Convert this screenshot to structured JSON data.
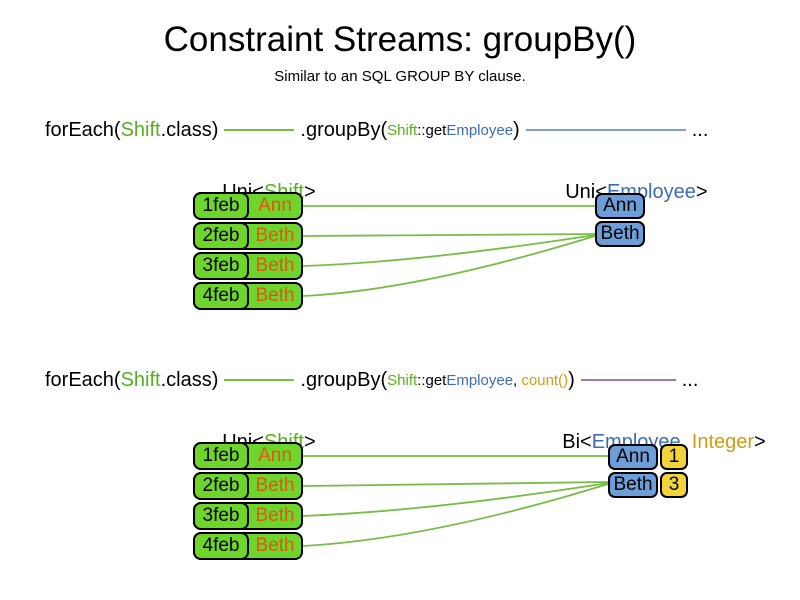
{
  "slide": {
    "title": "Constraint Streams: groupBy()",
    "subtitle": "Similar to an SQL GROUP BY clause."
  },
  "colors": {
    "text_black": "#000000",
    "green_text": "#55b11c",
    "green_line": "#77bd45",
    "green_box": "#6ed52d",
    "orange_text": "#e0570f",
    "blue_text": "#3d6cb5",
    "blue_line": "#7e9fd4",
    "blue_box": "#6d9ed8",
    "gold_text": "#cf9c15",
    "yellow_box": "#f2d33c",
    "purple_line": "#9e7bb5"
  },
  "code_line_1": {
    "foreach_open": "forEach(",
    "foreach_type": "Shift",
    "foreach_close": ".class)",
    "groupby_open": ".groupBy(",
    "param_class": "Shift",
    "param_method": "::get",
    "param_type": "Employee",
    "groupby_close": ")",
    "ellipsis": "..."
  },
  "code_line_2": {
    "foreach_open": "forEach(",
    "foreach_type": "Shift",
    "foreach_close": ".class)",
    "groupby_open": ".groupBy(",
    "param_class": "Shift",
    "param_method": "::get",
    "param_type": "Employee",
    "param_separator": ", ",
    "param_count": "count()",
    "groupby_close": ")",
    "ellipsis": "..."
  },
  "section_top": {
    "source_label": {
      "open": "Uni<",
      "type": "Shift",
      "close": ">"
    },
    "result_label": {
      "open": "Uni<",
      "type": "Employee",
      "close": ">"
    },
    "table_rows": [
      {
        "date": "1feb",
        "employee": "Ann"
      },
      {
        "date": "2feb",
        "employee": "Beth"
      },
      {
        "date": "3feb",
        "employee": "Beth"
      },
      {
        "date": "4feb",
        "employee": "Beth"
      }
    ],
    "groups": [
      {
        "employee": "Ann"
      },
      {
        "employee": "Beth"
      }
    ]
  },
  "section_bottom": {
    "source_label": {
      "open": "Uni<",
      "type": "Shift",
      "close": ">"
    },
    "result_label": {
      "open": "Bi<",
      "type1": "Employee",
      "separator": ", ",
      "type2": "Integer",
      "close": ">"
    },
    "table_rows": [
      {
        "date": "1feb",
        "employee": "Ann"
      },
      {
        "date": "2feb",
        "employee": "Beth"
      },
      {
        "date": "3feb",
        "employee": "Beth"
      },
      {
        "date": "4feb",
        "employee": "Beth"
      }
    ],
    "groups": [
      {
        "employee": "Ann",
        "count": "1"
      },
      {
        "employee": "Beth",
        "count": "3"
      }
    ]
  }
}
